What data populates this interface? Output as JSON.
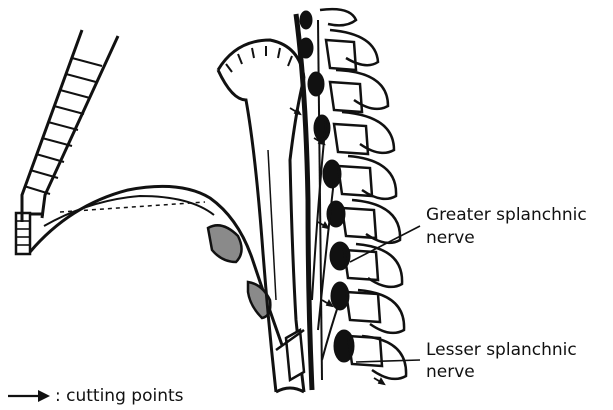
{
  "labels": {
    "greater_line1": "Greater splanchnic",
    "greater_line2": "nerve",
    "lesser_line1": "Lesser splanchnic",
    "lesser_line2": "nerve"
  },
  "legend": {
    "arrow_icon": "arrow-right-icon",
    "text": ": cutting points"
  },
  "colors": {
    "ink": "#111111",
    "shade": "#8a8a8a",
    "paper": "#ffffff"
  }
}
